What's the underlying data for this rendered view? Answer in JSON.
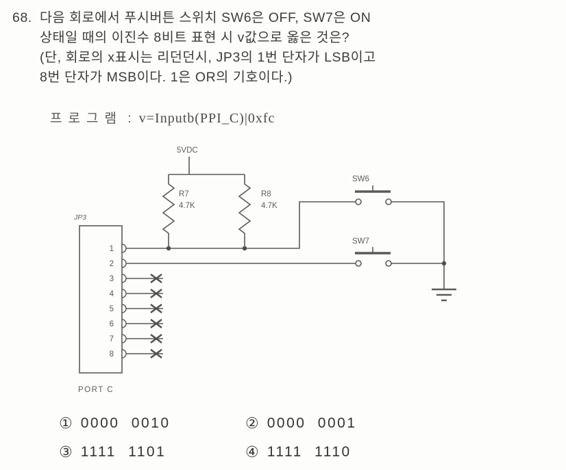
{
  "question": {
    "number": "68.",
    "line1": "다음 회로에서 푸시버튼 스위치 SW6은 OFF, SW7은 ON",
    "line2": "상태일 때의 이진수 8비트 표현 시 v값으로 옳은 것은?",
    "line3": "(단, 회로의 x표시는 리던던시, JP3의 1번 단자가 LSB이고",
    "line4": "8번 단자가 MSB이다. 1은 OR의 기호이다.)"
  },
  "program": {
    "label": "프로그램",
    "colon": ":",
    "code": "v=Inputb(PPI_C)|0xfc"
  },
  "circuit": {
    "supply_label": "5VDC",
    "r7": {
      "name": "R7",
      "value": "4.7K"
    },
    "r8": {
      "name": "R8",
      "value": "4.7K"
    },
    "sw6_label": "SW6",
    "sw7_label": "SW7",
    "connector_label": "JP3",
    "port_label": "PORT C",
    "pins": [
      "1",
      "2",
      "3",
      "4",
      "5",
      "6",
      "7",
      "8"
    ],
    "wire_color": "#5a5a5a"
  },
  "choices": [
    {
      "marker": "①",
      "text": "0000 0010"
    },
    {
      "marker": "②",
      "text": "0000 0001"
    },
    {
      "marker": "③",
      "text": "1111 1101"
    },
    {
      "marker": "④",
      "text": "1111 1110"
    }
  ]
}
